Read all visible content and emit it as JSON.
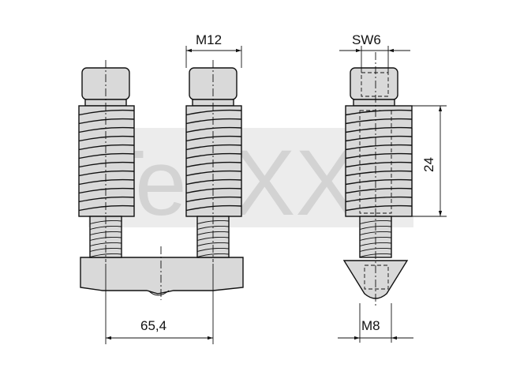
{
  "watermark": {
    "text": "TecXX"
  },
  "dimensions": {
    "m12": "M12",
    "sw6": "SW6",
    "h24": "24",
    "w654": "65,4",
    "m8": "M8"
  }
}
